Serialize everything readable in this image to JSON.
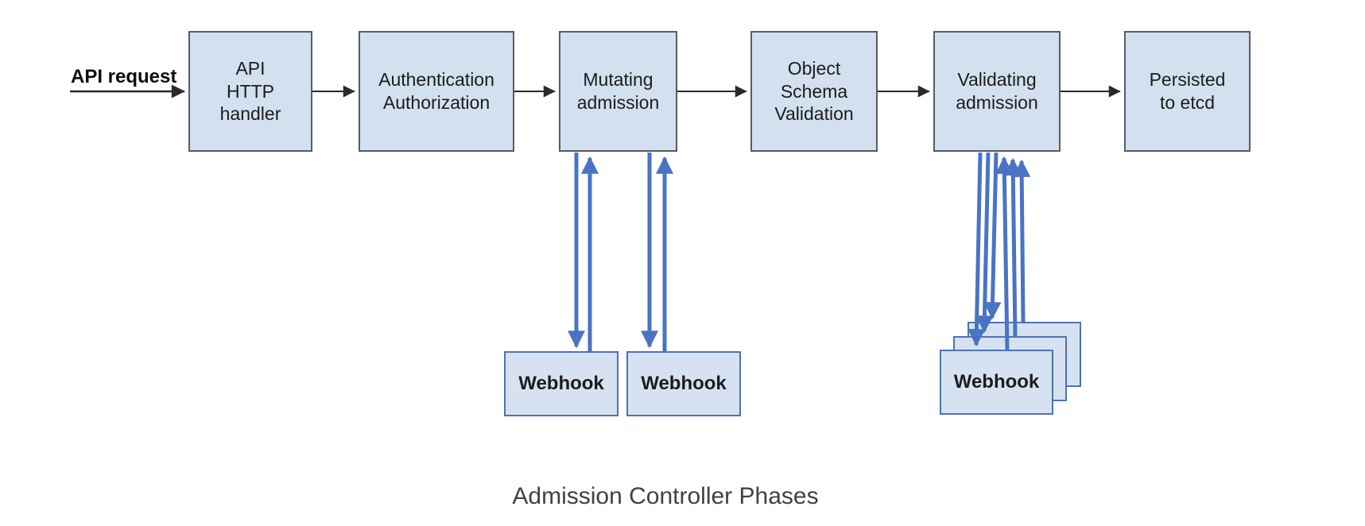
{
  "diagram": {
    "caption": "Admission Controller Phases",
    "api_request_label": "API request",
    "phases": [
      {
        "id": "api-http-handler",
        "label": "API\nHTTP\nhandler"
      },
      {
        "id": "authentication-authorization",
        "label": "Authentication\nAuthorization"
      },
      {
        "id": "mutating-admission",
        "label": "Mutating\nadmission"
      },
      {
        "id": "object-schema-validation",
        "label": "Object\nSchema\nValidation"
      },
      {
        "id": "validating-admission",
        "label": "Validating\nadmission"
      },
      {
        "id": "persisted-to-etcd",
        "label": "Persisted\nto etcd"
      }
    ],
    "mutating_webhooks": [
      {
        "label": "Webhook"
      },
      {
        "label": "Webhook"
      }
    ],
    "validating_webhooks": [
      {
        "label": "Webhook"
      },
      {
        "label": "Webhook"
      },
      {
        "label": "Webhook"
      }
    ],
    "colors": {
      "box_fill": "#d3e0ef",
      "box_border": "#565c63",
      "webhook_border": "#4d73b5",
      "arrow_black": "#2a2a2a",
      "arrow_blue": "#4a73c4",
      "caption_color": "#3d4248"
    }
  }
}
